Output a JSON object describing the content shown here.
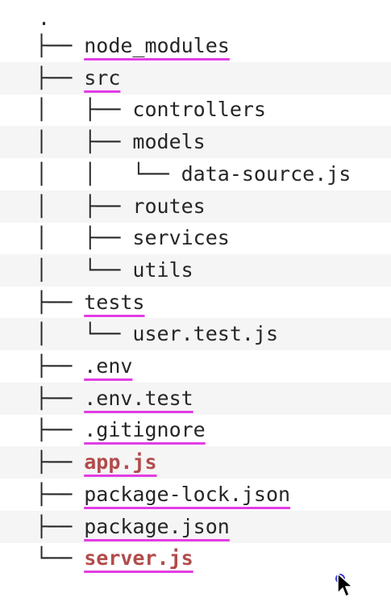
{
  "tree": {
    "root": ".",
    "rows": [
      {
        "prefix": "├── ",
        "name": "node_modules",
        "underline": true,
        "js": false
      },
      {
        "prefix": "├── ",
        "name": "src",
        "underline": true,
        "js": false
      },
      {
        "prefix": "│   ├── ",
        "name": "controllers",
        "underline": false,
        "js": false
      },
      {
        "prefix": "│   ├── ",
        "name": "models",
        "underline": false,
        "js": false
      },
      {
        "prefix": "│   │   └── ",
        "name": "data-source.js",
        "underline": false,
        "js": false
      },
      {
        "prefix": "│   ├── ",
        "name": "routes",
        "underline": false,
        "js": false
      },
      {
        "prefix": "│   ├── ",
        "name": "services",
        "underline": false,
        "js": false
      },
      {
        "prefix": "│   └── ",
        "name": "utils",
        "underline": false,
        "js": false
      },
      {
        "prefix": "├── ",
        "name": "tests",
        "underline": true,
        "js": false
      },
      {
        "prefix": "│   └── ",
        "name": "user.test.js",
        "underline": false,
        "js": false
      },
      {
        "prefix": "├── ",
        "name": ".env",
        "underline": true,
        "js": false
      },
      {
        "prefix": "├── ",
        "name": ".env.test",
        "underline": true,
        "js": false
      },
      {
        "prefix": "├── ",
        "name": ".gitignore",
        "underline": true,
        "js": false
      },
      {
        "prefix": "├── ",
        "name": "app.js",
        "underline": true,
        "js": true
      },
      {
        "prefix": "├── ",
        "name": "package-lock.json",
        "underline": true,
        "js": false
      },
      {
        "prefix": "├── ",
        "name": "package.json",
        "underline": true,
        "js": false
      },
      {
        "prefix": "└── ",
        "name": "server.js",
        "underline": true,
        "js": true
      }
    ]
  },
  "colors": {
    "text": "#262626",
    "js_file": "#b24b4b",
    "underline": "#e23de4",
    "stripe": "#f5f5f5"
  },
  "icons": {
    "cursor": "arrow-cursor-icon"
  }
}
